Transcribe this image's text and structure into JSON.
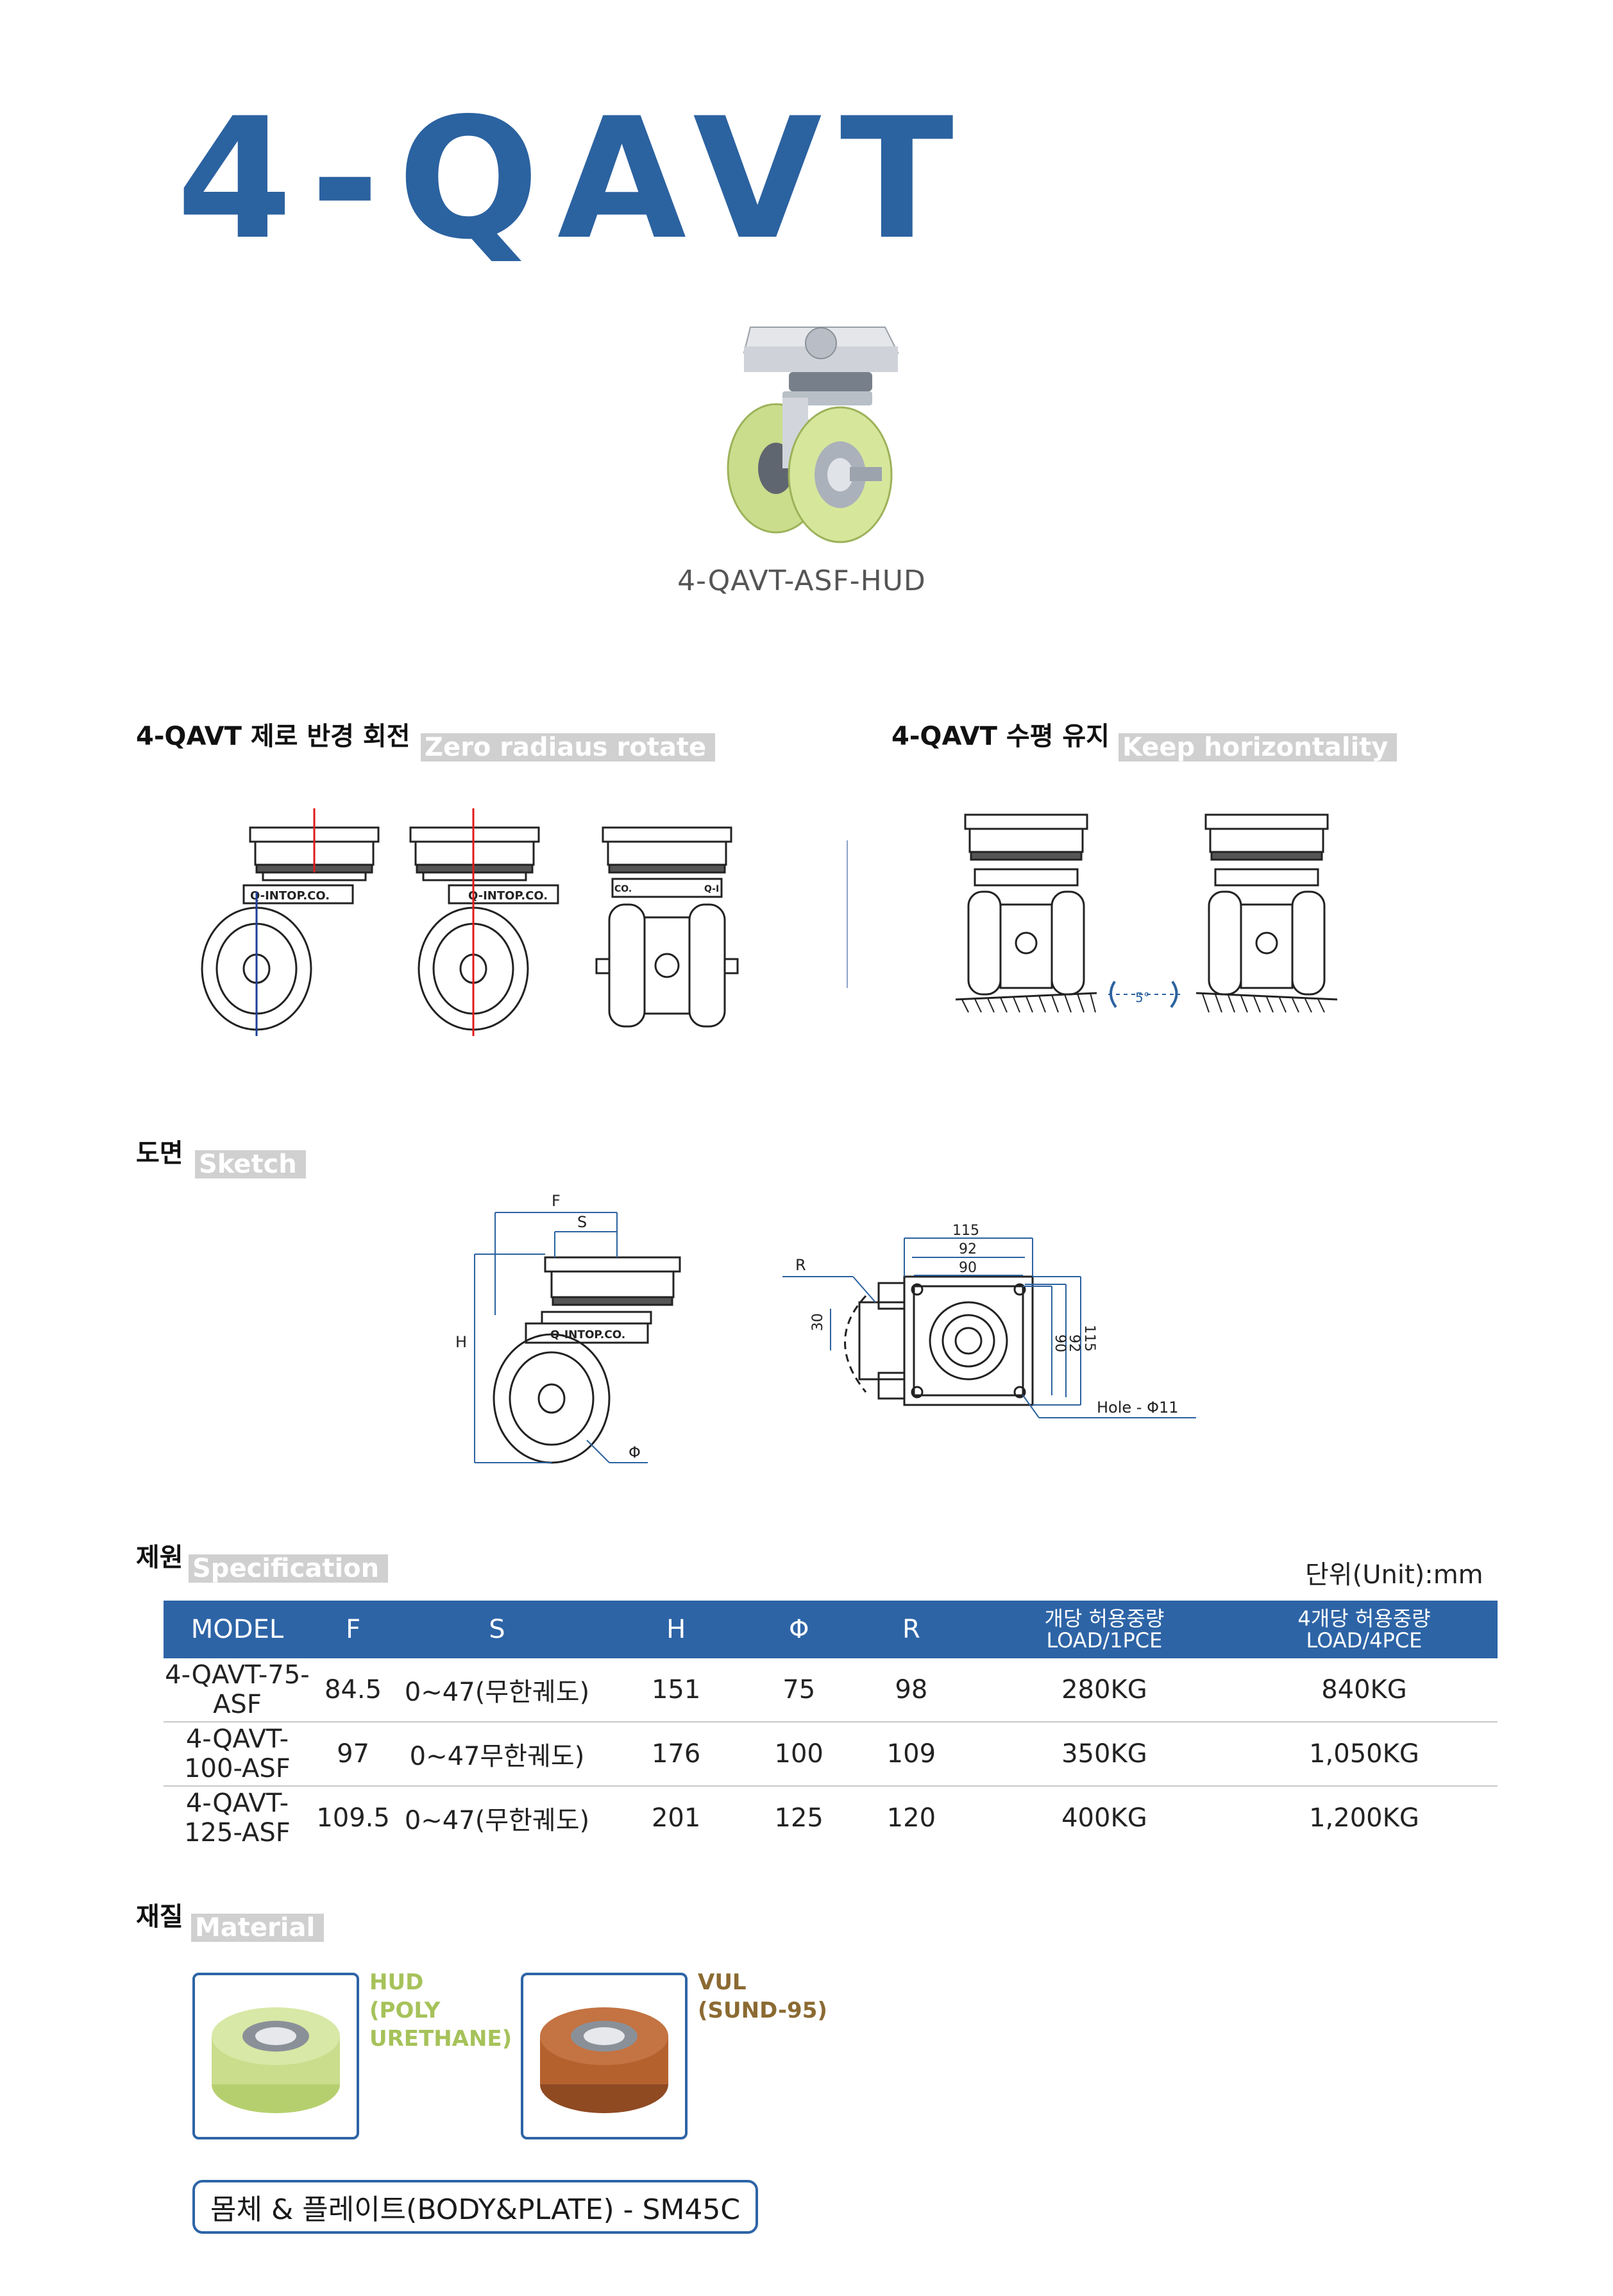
{
  "title": "4-QAVT",
  "product_caption": "4-QAVT-ASF-HUD",
  "sections": {
    "rotate": {
      "ko": "4-QAVT 제로 반경 회전",
      "en": "Zero radiaus rotate"
    },
    "horizontal": {
      "ko": "4-QAVT 수평 유지",
      "en": "Keep horizontality"
    },
    "sketch": {
      "ko": "도면",
      "en": "Sketch"
    },
    "spec": {
      "ko": "제원",
      "en": "Specification"
    },
    "material": {
      "ko": "재질",
      "en": "Material"
    }
  },
  "diagram_labels": {
    "brand": "Q-INTOP.CO.",
    "brand_short": "Q-I",
    "brand_tail": "CO.",
    "angle": "5°",
    "F": "F",
    "S": "S",
    "H": "H",
    "phi": "Φ",
    "R": "R",
    "dim_30": "30",
    "dim_115": "115",
    "dim_92": "92",
    "dim_90": "90",
    "hole": "Hole - Φ11"
  },
  "unit": "단위(Unit):mm",
  "table": {
    "headers": [
      {
        "line1": "MODEL"
      },
      {
        "line1": "F"
      },
      {
        "line1": "S"
      },
      {
        "line1": "H"
      },
      {
        "line1": "Φ"
      },
      {
        "line1": "R"
      },
      {
        "line1": "개당 허용중량",
        "line2": "LOAD/1PCE"
      },
      {
        "line1": "4개당 허용중량",
        "line2": "LOAD/4PCE"
      }
    ],
    "rows": [
      [
        "4-QAVT-75-ASF",
        "84.5",
        "0~47(무한궤도)",
        "151",
        "75",
        "98",
        "280KG",
        "840KG"
      ],
      [
        "4-QAVT-100-ASF",
        "97",
        "0~47무한궤도)",
        "176",
        "100",
        "109",
        "350KG",
        "1,050KG"
      ],
      [
        "4-QAVT-125-ASF",
        "109.5",
        "0~47(무한궤도)",
        "201",
        "125",
        "120",
        "400KG",
        "1,200KG"
      ]
    ]
  },
  "materials": [
    {
      "label": "HUD\n(POLY\nURETHANE)",
      "color": "#a6c25a"
    },
    {
      "label": "VUL\n(SUND-95)",
      "color": "#8b6a32"
    }
  ],
  "body_plate": "몸체 & 플레이트(BODY&PLATE) - SM45C",
  "colors": {
    "brand_blue": "#2b62a0",
    "table_header": "#2d64a6",
    "hud_wheel": "#c9dd8c",
    "vul_wheel": "#b5612d"
  }
}
